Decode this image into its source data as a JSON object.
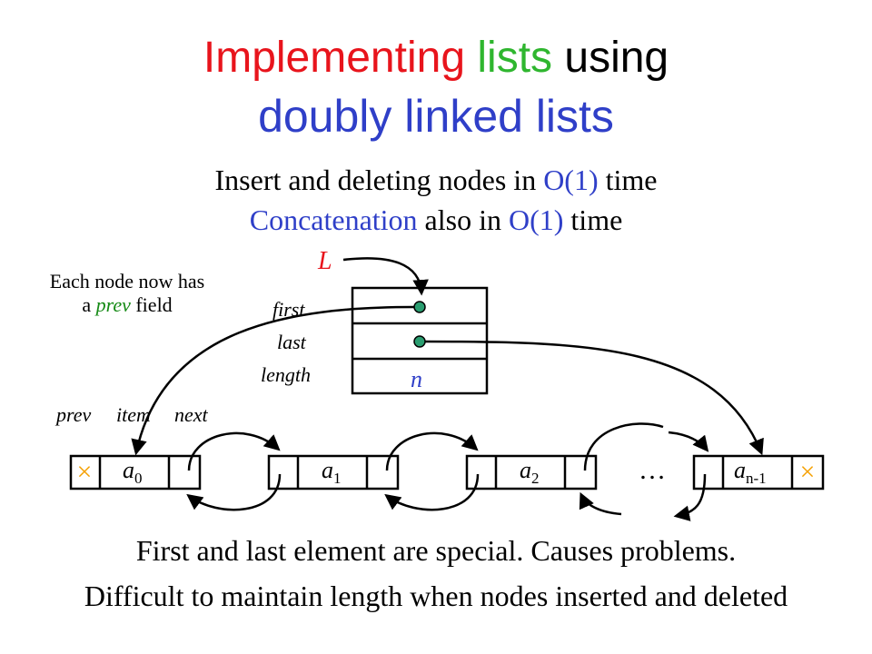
{
  "title": {
    "part1": "Implementing",
    "part2": "lists",
    "part3": "using",
    "line2": "doubly linked lists"
  },
  "subtitle": {
    "line1_text": "Insert and deleting nodes in",
    "line1_highlight": "O(1)",
    "line1_tail": "time",
    "line2_highlight1": "Concatenation",
    "line2_text": "also in",
    "line2_highlight2": "O(1)",
    "line2_tail": "time"
  },
  "note": {
    "line1": "Each node now has",
    "line2_prefix": "a",
    "line2_highlight": "prev",
    "line2_suffix": "field"
  },
  "list_header": {
    "name": "L",
    "fields": [
      "first",
      "last",
      "length"
    ],
    "length_value": "n"
  },
  "node_labels": {
    "prev": "prev",
    "item": "item",
    "next": "next"
  },
  "nodes": [
    {
      "base": "a",
      "sub": "0"
    },
    {
      "base": "a",
      "sub": "1"
    },
    {
      "base": "a",
      "sub": "2"
    },
    {
      "base": "a",
      "sub": "n-1"
    }
  ],
  "ellipsis": "…",
  "null_marker": "×",
  "footer": {
    "line1": "First and last element are special. Causes problems.",
    "line2": "Difficult to maintain length when nodes inserted and deleted"
  },
  "colors": {
    "red": "#e8141c",
    "green": "#2fb62f",
    "blue": "#2f3fc8",
    "green_dark": "#158a15",
    "marker_orange": "#f5a000",
    "pointer_dot": "#2a9d70"
  }
}
